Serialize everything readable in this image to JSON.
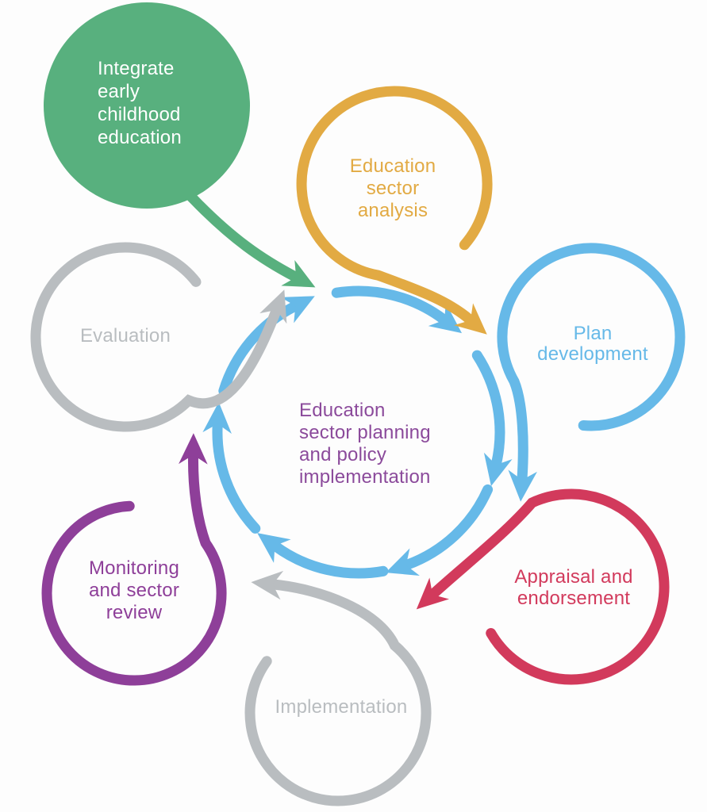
{
  "diagram": {
    "center": {
      "label": "Education\nsector planning\nand policy\nimplementation"
    },
    "nodes": {
      "integrate": {
        "label": "Integrate\nearly\nchildhood\neducation",
        "color": "#58b07e",
        "shape": "filled-circle"
      },
      "analysis": {
        "label": "Education\nsector\nanalysis",
        "color": "#e2aa43",
        "shape": "open-loop"
      },
      "plan": {
        "label": "Plan\ndevelopment",
        "color": "#66b9e8",
        "shape": "open-loop"
      },
      "appraisal": {
        "label": "Appraisal and\nendorsement",
        "color": "#d23a5c",
        "shape": "open-loop"
      },
      "implementation": {
        "label": "Implementation",
        "color": "#b9bdc0",
        "shape": "open-loop"
      },
      "monitoring": {
        "label": "Monitoring\nand sector\nreview",
        "color": "#8e3f99",
        "shape": "open-loop"
      },
      "evaluation": {
        "label": "Evaluation",
        "color": "#b9bdc0",
        "shape": "open-loop"
      }
    },
    "colors": {
      "green": "#58b07e",
      "yellow": "#e2aa43",
      "blue": "#66b9e8",
      "red": "#d23a5c",
      "gray": "#b9bdc0",
      "purple": "#8e3f99",
      "center_text": "#8b4a9b",
      "white_text": "#ffffff",
      "background": "#fdfdfd"
    }
  }
}
